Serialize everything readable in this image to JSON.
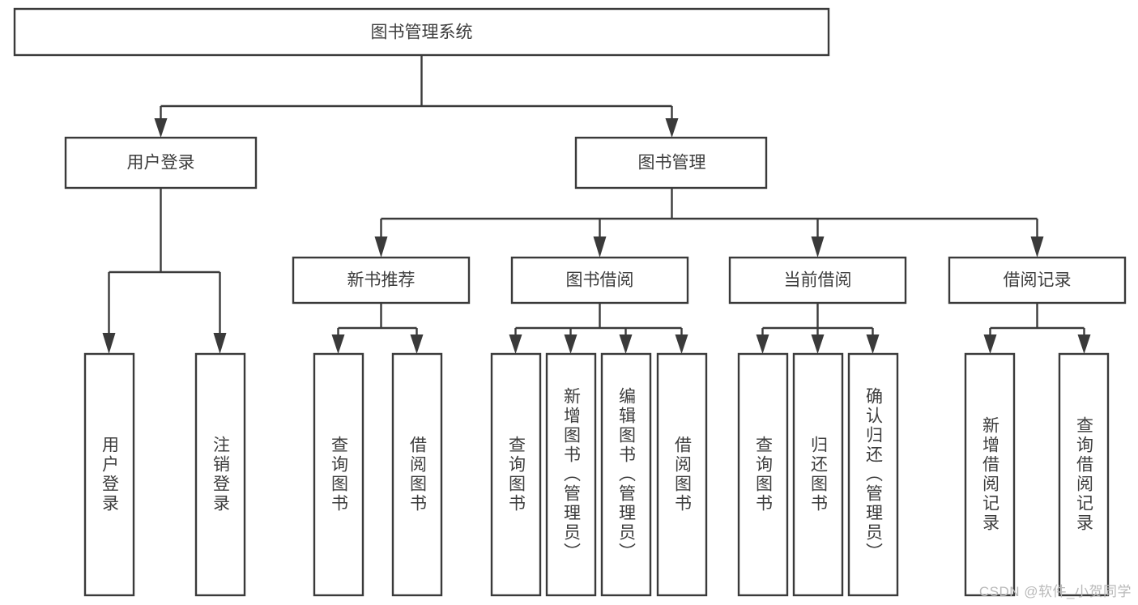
{
  "diagram": {
    "type": "tree",
    "title": "图书管理系统",
    "watermark": "CSDN @软件_小贺同学",
    "colors": {
      "box_stroke": "#3a3a3a",
      "box_fill": "#ffffff",
      "text": "#3d3d3d",
      "connector": "#3a3a3a",
      "watermark": "#b9b9b9",
      "background": "#ffffff"
    },
    "levels": {
      "root": {
        "label": "图书管理系统"
      },
      "level2": [
        {
          "label": "用户登录"
        },
        {
          "label": "图书管理"
        }
      ],
      "level3": [
        {
          "label": "新书推荐"
        },
        {
          "label": "图书借阅"
        },
        {
          "label": "当前借阅"
        },
        {
          "label": "借阅记录"
        }
      ],
      "leaves": {
        "user_login": [
          {
            "label": "用户登录"
          },
          {
            "label": "注销登录"
          }
        ],
        "new_book_recommend": [
          {
            "label": "查询图书"
          },
          {
            "label": "借阅图书"
          }
        ],
        "book_borrow": [
          {
            "label": "查询图书"
          },
          {
            "label": "新增图书（管理员）"
          },
          {
            "label": "编辑图书（管理员）"
          },
          {
            "label": "借阅图书"
          }
        ],
        "current_borrow": [
          {
            "label": "查询图书"
          },
          {
            "label": "归还图书"
          },
          {
            "label": "确认归还（管理员）"
          }
        ],
        "borrow_record": [
          {
            "label": "新增借阅记录"
          },
          {
            "label": "查询借阅记录"
          }
        ]
      }
    }
  }
}
